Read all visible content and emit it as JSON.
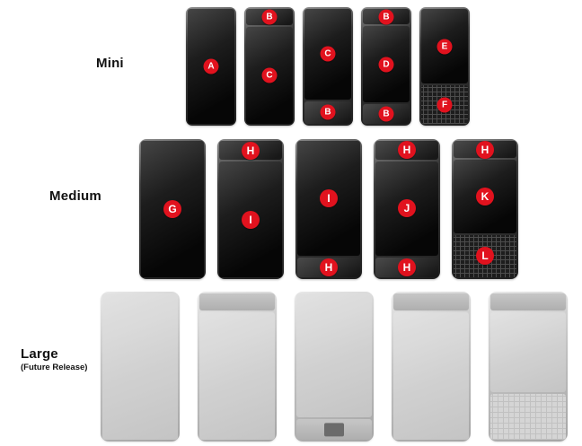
{
  "colors": {
    "badge_bg": "#e1121e",
    "badge_text": "#ffffff",
    "background": "#ffffff"
  },
  "rows": [
    {
      "id": "mini",
      "label": "Mini",
      "sublabel": "",
      "phones": [
        {
          "modules": [
            {
              "type": "screen",
              "flex": 100,
              "badge": "A"
            }
          ]
        },
        {
          "modules": [
            {
              "type": "small",
              "flex": 14,
              "badge": "B"
            },
            {
              "type": "screen",
              "flex": 86,
              "badge": "C"
            }
          ]
        },
        {
          "modules": [
            {
              "type": "screen",
              "flex": 80,
              "badge": "C"
            },
            {
              "type": "small",
              "flex": 20,
              "badge": "B"
            }
          ]
        },
        {
          "modules": [
            {
              "type": "small",
              "flex": 14,
              "badge": "B"
            },
            {
              "type": "screen",
              "flex": 68,
              "badge": "D"
            },
            {
              "type": "small",
              "flex": 18,
              "badge": "B"
            }
          ]
        },
        {
          "modules": [
            {
              "type": "screen",
              "flex": 66,
              "badge": "E"
            },
            {
              "type": "keyboard",
              "flex": 34,
              "badge": "F"
            }
          ]
        }
      ]
    },
    {
      "id": "medium",
      "label": "Medium",
      "sublabel": "",
      "phones": [
        {
          "modules": [
            {
              "type": "screen",
              "flex": 100,
              "badge": "G"
            }
          ]
        },
        {
          "modules": [
            {
              "type": "small",
              "flex": 14,
              "badge": "H"
            },
            {
              "type": "screen",
              "flex": 86,
              "badge": "I"
            }
          ]
        },
        {
          "modules": [
            {
              "type": "screen",
              "flex": 85,
              "badge": "I"
            },
            {
              "type": "small",
              "flex": 15,
              "badge": "H"
            }
          ]
        },
        {
          "modules": [
            {
              "type": "small",
              "flex": 14,
              "badge": "H"
            },
            {
              "type": "screen",
              "flex": 71,
              "badge": "J"
            },
            {
              "type": "small",
              "flex": 15,
              "badge": "H"
            }
          ]
        },
        {
          "modules": [
            {
              "type": "small",
              "flex": 13,
              "badge": "H"
            },
            {
              "type": "screen",
              "flex": 55,
              "badge": "K"
            },
            {
              "type": "keyboard",
              "flex": 32,
              "badge": "L"
            }
          ]
        }
      ]
    },
    {
      "id": "large",
      "label": "Large",
      "sublabel": "(Future Release)",
      "phones": [
        {
          "modules": [
            {
              "type": "light-body",
              "flex": 100
            }
          ]
        },
        {
          "modules": [
            {
              "type": "light-bar",
              "flex": 12
            },
            {
              "type": "light-body",
              "flex": 88
            }
          ]
        },
        {
          "modules": [
            {
              "type": "light-body",
              "flex": 86
            },
            {
              "type": "light-bar-module",
              "flex": 14
            }
          ]
        },
        {
          "modules": [
            {
              "type": "light-bar",
              "flex": 12
            },
            {
              "type": "light-body",
              "flex": 88
            }
          ]
        },
        {
          "modules": [
            {
              "type": "light-bar",
              "flex": 12
            },
            {
              "type": "light-body",
              "flex": 56
            },
            {
              "type": "light-keyboard",
              "flex": 32
            }
          ]
        }
      ]
    }
  ]
}
